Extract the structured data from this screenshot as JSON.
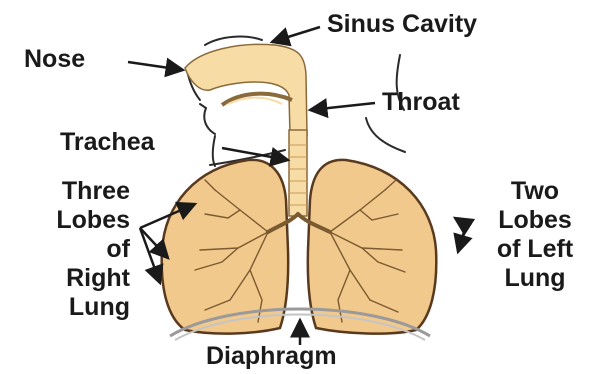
{
  "diagram": {
    "labels": {
      "nose": "Nose",
      "sinus_cavity": "Sinus Cavity",
      "throat": "Throat",
      "trachea": "Trachea",
      "right_lung": [
        "Three",
        "Lobes",
        "of",
        "Right",
        "Lung"
      ],
      "left_lung": [
        "Two",
        "Lobes",
        "of Left",
        "Lung"
      ],
      "diaphragm": "Diaphragm"
    },
    "colors": {
      "lung_fill": "#f2c98c",
      "lung_outline": "#5a3a1e",
      "airway_fill": "#f7dca6",
      "label_text": "#1a1a1a"
    }
  }
}
